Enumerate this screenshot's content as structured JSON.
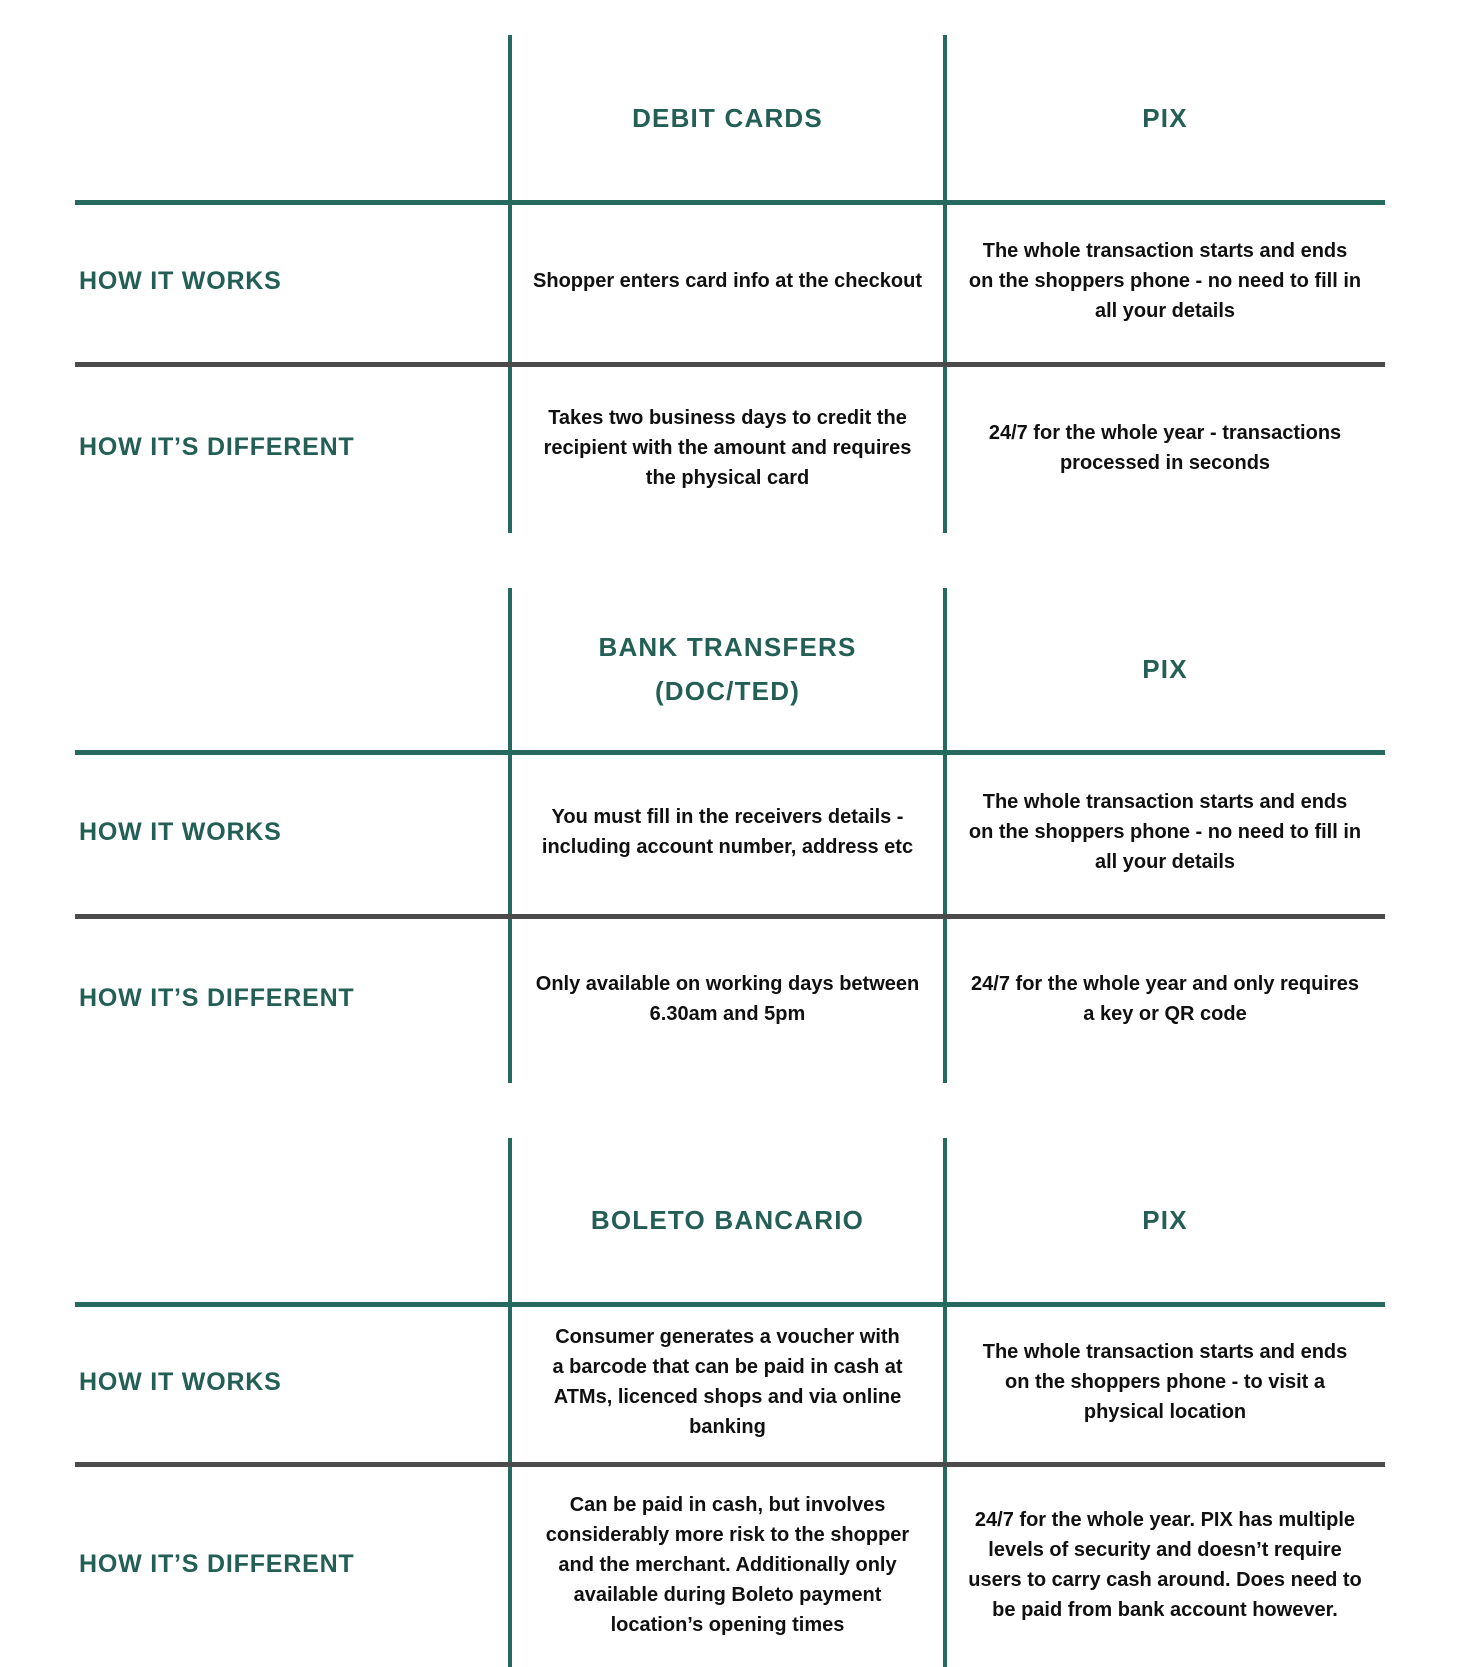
{
  "colors": {
    "heading_teal": "#235f55",
    "line_teal": "#26695e",
    "line_gray": "#4b4b4b",
    "body_text": "#101010",
    "background": "#ffffff"
  },
  "tables": [
    {
      "method_header": "DEBIT CARDS",
      "pix_header": "PIX",
      "rows": [
        {
          "label": "HOW IT WORKS",
          "method": "Shopper enters card info at the checkout",
          "pix": "The whole transaction starts and ends\non the shoppers phone - no need to fill in\nall your details"
        },
        {
          "label": "HOW IT’S DIFFERENT",
          "method": "Takes two business days to credit the\nrecipient with the amount and requires\nthe physical card",
          "pix": "24/7 for the whole year - transactions\nprocessed in seconds"
        }
      ]
    },
    {
      "method_header": "BANK TRANSFERS\n(DOC/TED)",
      "pix_header": "PIX",
      "rows": [
        {
          "label": "HOW IT WORKS",
          "method": "You must fill in the receivers details -\nincluding account number, address etc",
          "pix": "The whole transaction starts and ends\non the shoppers phone - no need to fill in\nall your details"
        },
        {
          "label": "HOW IT’S DIFFERENT",
          "method": "Only available on working days between\n6.30am and 5pm",
          "pix": "24/7 for the whole year and only requires\na key or QR code"
        }
      ]
    },
    {
      "method_header": "BOLETO BANCARIO",
      "pix_header": "PIX",
      "rows": [
        {
          "label": "HOW IT WORKS",
          "method": "Consumer generates a voucher with\na barcode that can be paid in cash at\nATMs, licenced shops and via online\nbanking",
          "pix": "The whole transaction starts and ends\non the shoppers phone - to visit a\nphysical location"
        },
        {
          "label": "HOW IT’S DIFFERENT",
          "method": "Can be paid in cash, but involves\nconsiderably more risk to the shopper\nand the merchant. Additionally only\navailable during Boleto payment\nlocation’s opening times",
          "pix": "24/7 for the whole year. PIX has multiple\nlevels of security and doesn’t require\nusers to carry cash around. Does need to\nbe paid from bank account however."
        }
      ]
    }
  ]
}
